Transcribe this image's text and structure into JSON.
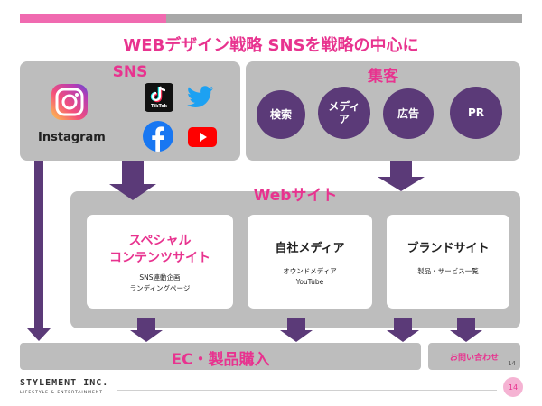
{
  "title": "WEBデザイン戦略 SNSを戦略の中心に",
  "sns": {
    "label": "SNS",
    "instagram_label": "Instagram",
    "tiktok_label": "TikTok"
  },
  "acquisition": {
    "label": "集客",
    "items": [
      "検索",
      "メディア",
      "広告",
      "PR"
    ]
  },
  "website": {
    "label": "Webサイト",
    "cards": [
      {
        "title_lines": [
          "スペシャル",
          "コンテンツサイト"
        ],
        "sub_lines": [
          "SNS連動企画",
          "ランディングページ"
        ]
      },
      {
        "title_lines": [
          "自社メディア"
        ],
        "sub_lines": [
          "オウンドメディア",
          "YouTube"
        ]
      },
      {
        "title_lines": [
          "ブランドサイト"
        ],
        "sub_lines": [
          "製品・サービス一覧"
        ]
      }
    ]
  },
  "ec_label": "EC・製品購入",
  "contact_label": "お問い合わせ",
  "contact_page_number": "14",
  "footer": {
    "logo_main": "STYLEMENT INC.",
    "logo_sub": "LIFESTYLE & ENTERTAINMENT",
    "page_number": "14"
  },
  "colors": {
    "accent_pink": "#e8338f",
    "arrow_purple": "#5b3a78",
    "panel_gray": "#bdbdbd"
  }
}
